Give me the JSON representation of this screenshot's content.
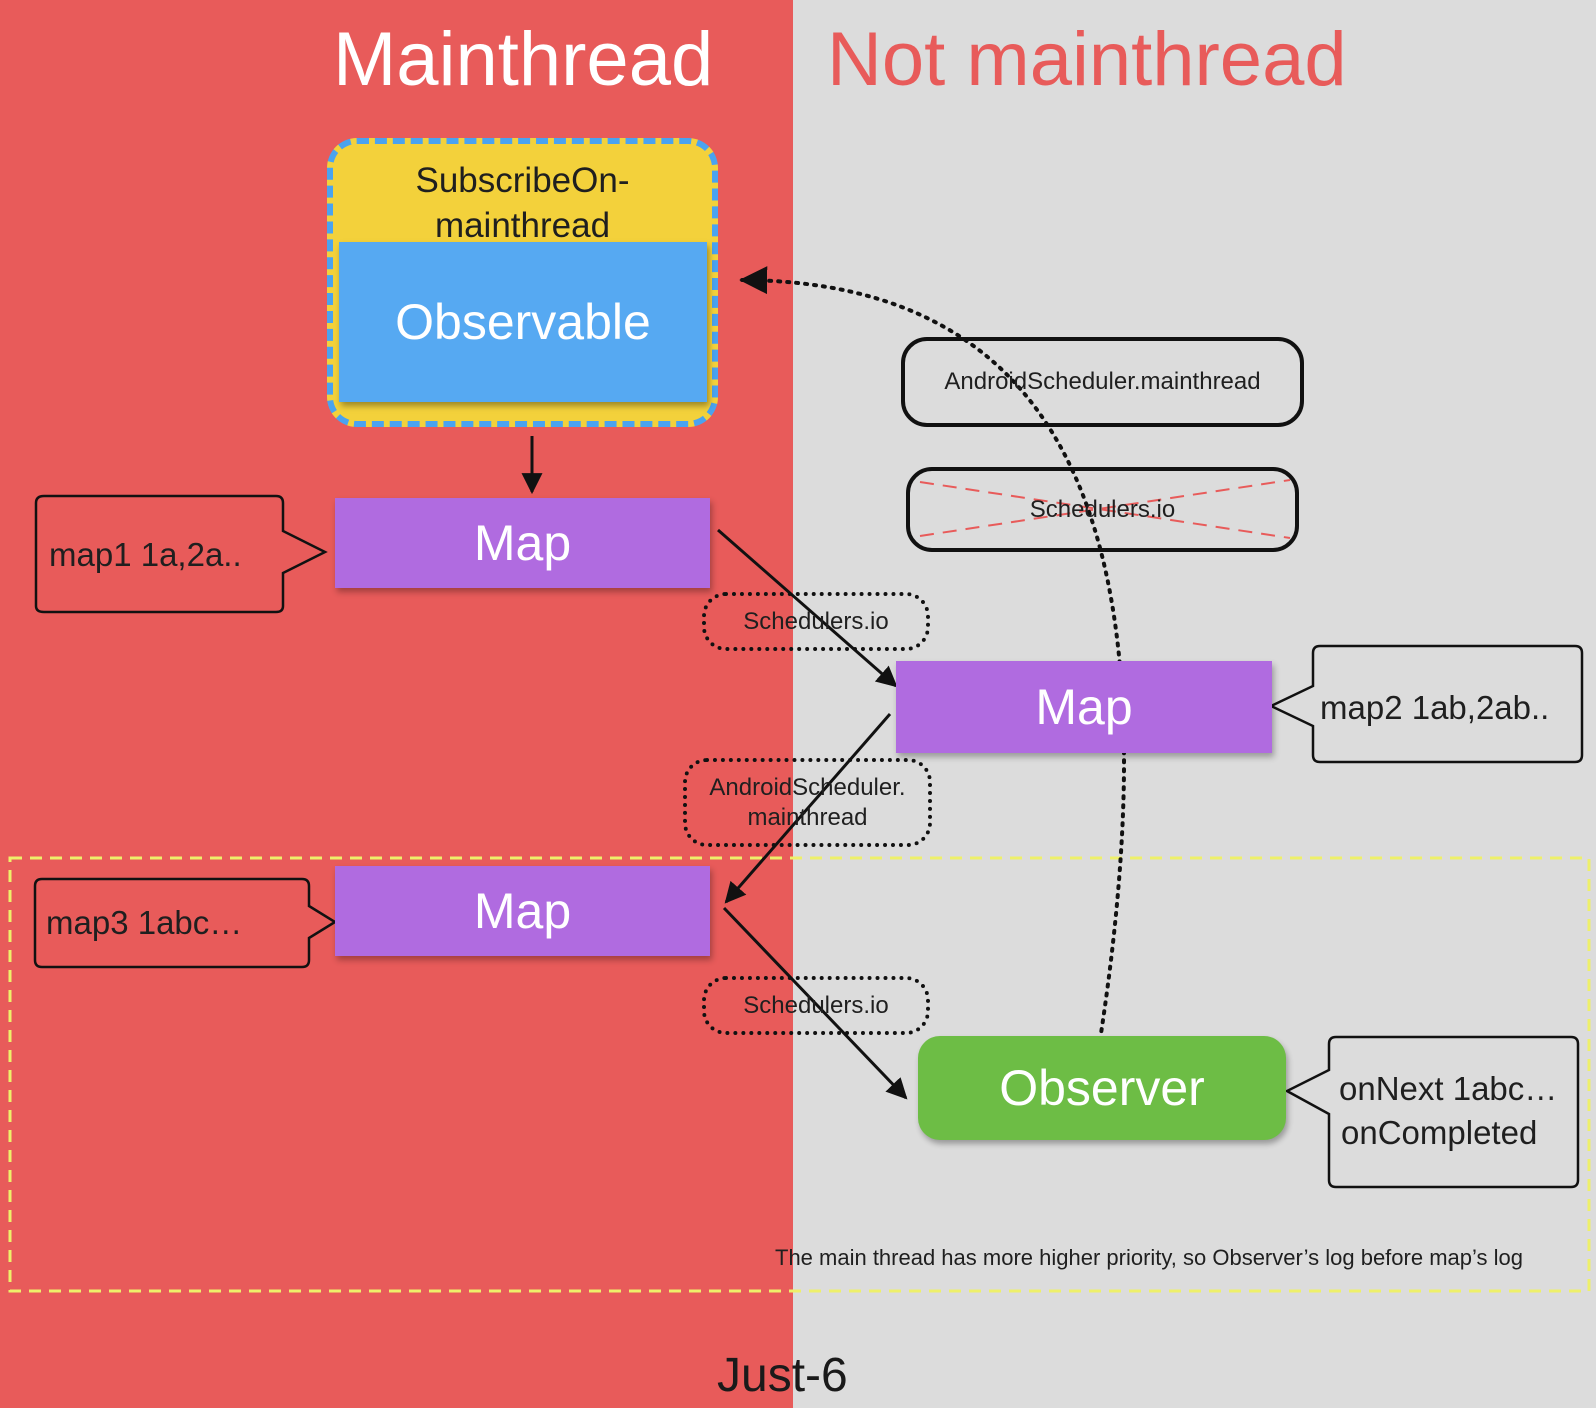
{
  "lanes": {
    "left": "Mainthread",
    "right": "Not mainthread"
  },
  "source": {
    "subscribe_on": "SubscribeOn-mainthread",
    "observable": "Observable"
  },
  "maps": [
    {
      "label": "Map",
      "callout": "map1  1a,2a.."
    },
    {
      "label": "Map",
      "callout": "map2  1ab,2ab.."
    },
    {
      "label": "Map",
      "callout": "map3  1abc…"
    }
  ],
  "observer": {
    "label": "Observer",
    "callout_next": "onNext  1abc…",
    "callout_completed": "onCompleted"
  },
  "scheduler_options": {
    "android": "AndroidScheduler.mainthread",
    "io_crossed": "Schedulers.io"
  },
  "observe_on_labels": {
    "io_1": "Schedulers.io",
    "android": "AndroidScheduler.\nmainthread",
    "io_2": "Schedulers.io"
  },
  "note": "The main thread has more higher priority,  so Observer’s log before map’s log",
  "footer": "Just-6",
  "colors": {
    "mainthread_bg": "#e85b5a",
    "other_bg": "#dcdcdc",
    "subscribe": "#f3d13b",
    "observable": "#56a9f2",
    "map": "#b06be0",
    "observer": "#6dbd45"
  }
}
